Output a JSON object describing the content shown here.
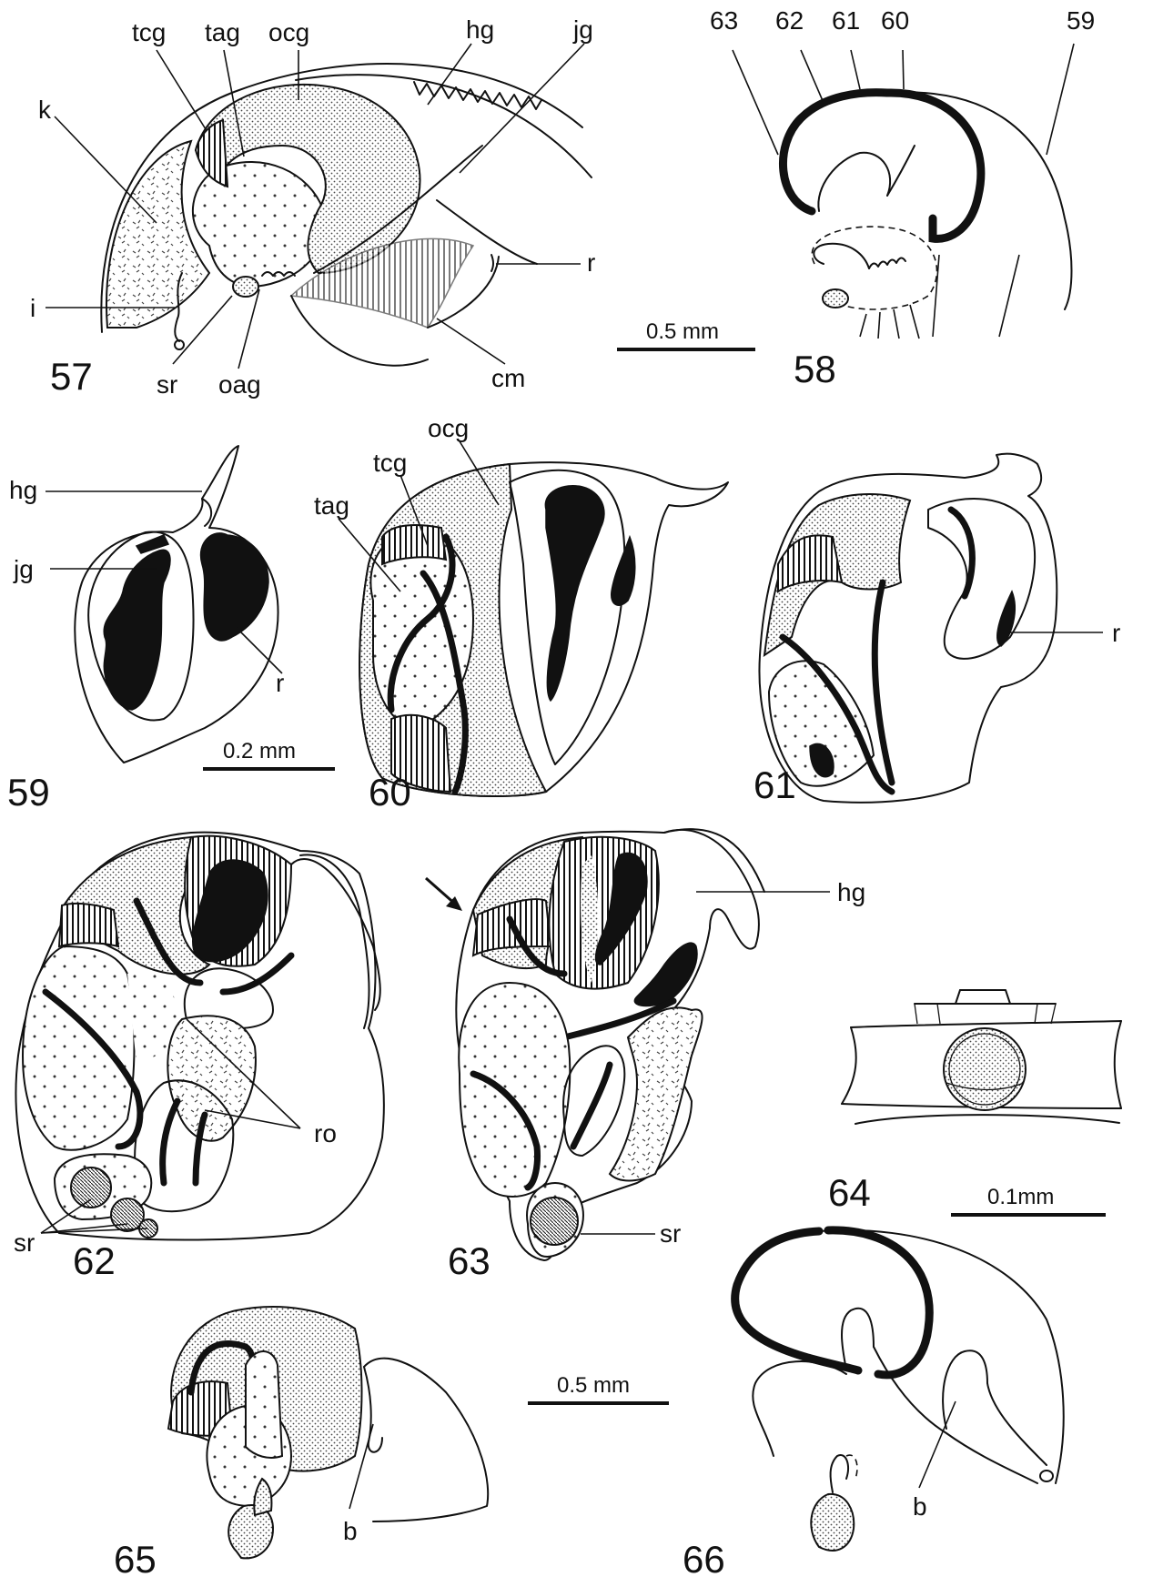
{
  "plate": {
    "figure_numbers": [
      "57",
      "58",
      "59",
      "60",
      "61",
      "62",
      "63",
      "64",
      "65",
      "66"
    ],
    "labels": {
      "fig57": [
        "tcg",
        "tag",
        "ocg",
        "hg",
        "jg",
        "k",
        "i",
        "r",
        "sr",
        "oag",
        "cm"
      ],
      "fig58_section_levels": [
        "63",
        "62",
        "61",
        "60",
        "59"
      ],
      "fig59": [
        "hg",
        "jg",
        "r"
      ],
      "fig60": [
        "ocg",
        "tcg",
        "tag"
      ],
      "fig61": [
        "r"
      ],
      "fig62": [
        "ro",
        "sr"
      ],
      "fig63": [
        "hg",
        "sr"
      ],
      "fig65": [
        "b"
      ],
      "fig66": [
        "b"
      ]
    },
    "scale_bars": {
      "figs57_58": "0.5 mm",
      "fig59": "0.2 mm",
      "fig64": "0.1mm",
      "figs65_66": "0.5 mm"
    }
  }
}
